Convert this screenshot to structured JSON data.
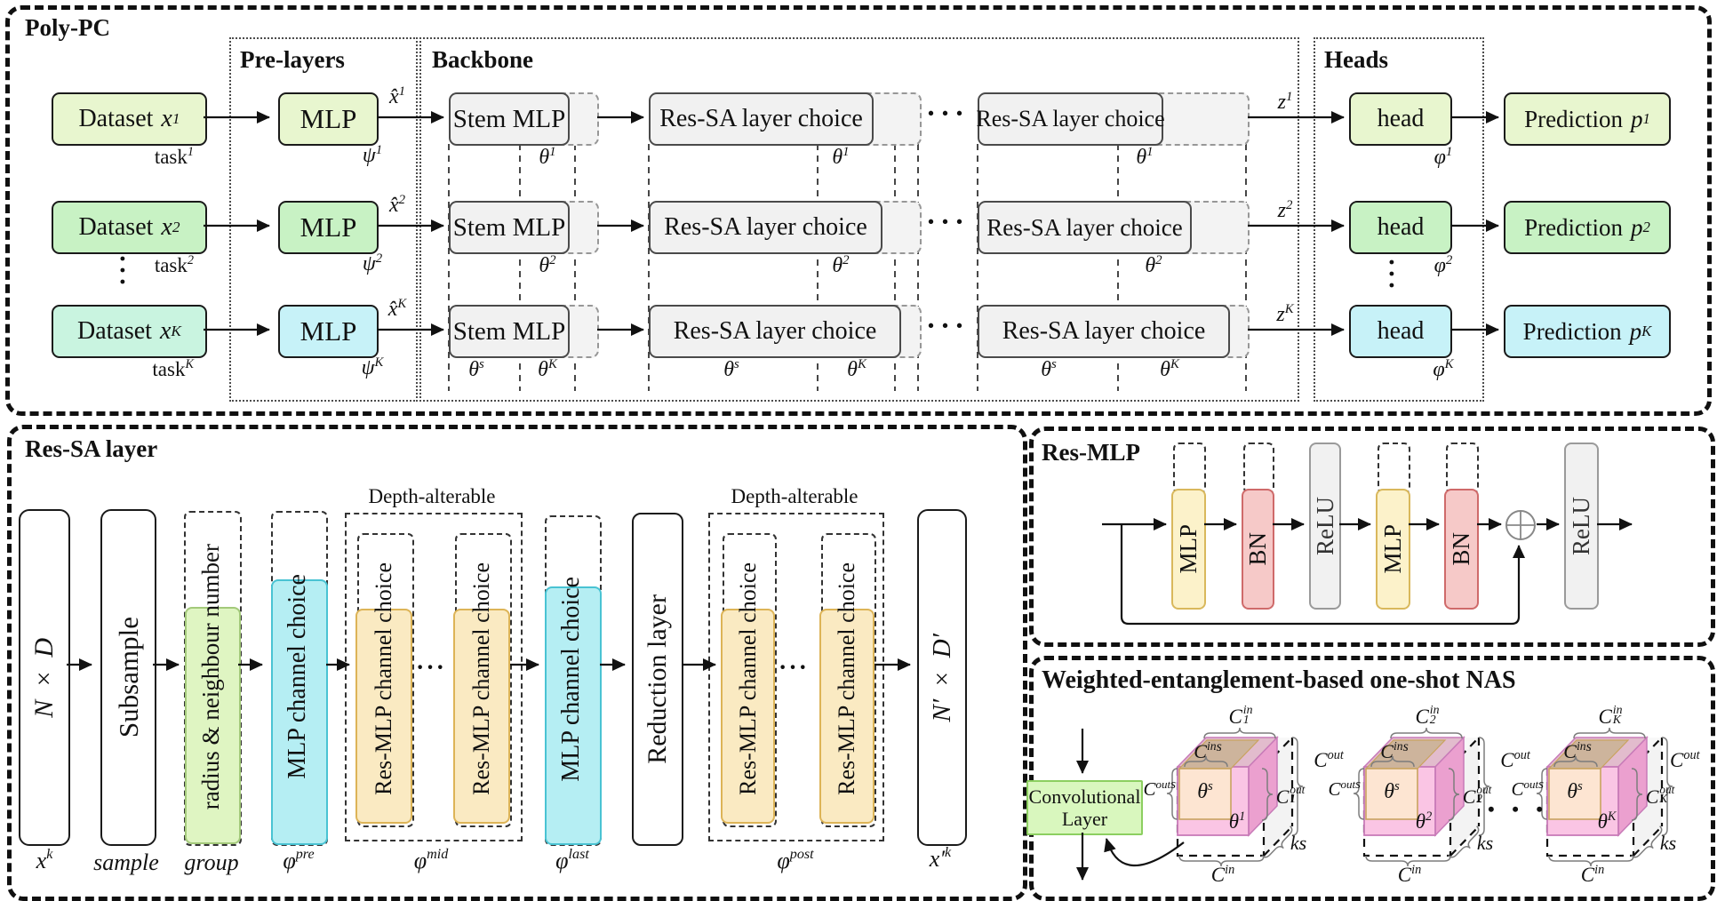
{
  "palette": {
    "green1": "#e8f6cf",
    "green2": "#c8f2c4",
    "mint": "#c9f4e0",
    "cyan": "#c7f2f8",
    "box_gray": "#f1f1f1",
    "sa_green": "#dff5c2",
    "sa_cyan": "#b5eef3",
    "sa_orange": "#faeac2",
    "mlp_yellow": "#fcf2ca",
    "bn_pink": "#f6c9c8",
    "relu_gray": "#f1f1f1",
    "conv_green": "#d9f7be",
    "cube_pink": "#fac5e4",
    "cube_peach": "#fde5d2"
  },
  "poly": {
    "title": "Poly-PC",
    "pre_title": "Pre-layers",
    "backbone_title": "Backbone",
    "heads_title": "Heads",
    "hdots": "···",
    "vdots": "···",
    "stem_label": "Stem MLP",
    "choice_label": "Res-SA layer choice",
    "rows": [
      {
        "dataset": "Dataset",
        "dvar": "x",
        "dsub": "1",
        "task": "task",
        "tasksub": "1",
        "mlp": "MLP",
        "xhat": "x̂",
        "xhatsub": "1",
        "psi": "ψ",
        "psisub": "1",
        "thetaB": "θ",
        "thetaBsub": "1",
        "z": "z",
        "zsub": "1",
        "head": "head",
        "phi": "φ",
        "phisub": "1",
        "pred": "Prediction",
        "pvar": "p",
        "psub": "1"
      },
      {
        "dataset": "Dataset",
        "dvar": "x",
        "dsub": "2",
        "task": "task",
        "tasksub": "2",
        "mlp": "MLP",
        "xhat": "x̂",
        "xhatsub": "2",
        "psi": "ψ",
        "psisub": "2",
        "thetaB": "θ",
        "thetaBsub": "2",
        "z": "z",
        "zsub": "2",
        "head": "head",
        "phi": "φ",
        "phisub": "2",
        "pred": "Prediction",
        "pvar": "p",
        "psub": "2"
      },
      {
        "dataset": "Dataset",
        "dvar": "x",
        "dsub": "K",
        "task": "task",
        "tasksub": "K",
        "mlp": "MLP",
        "xhat": "x̂",
        "xhatsub": "K",
        "psi": "ψ",
        "psisub": "K",
        "thetaA": "θ",
        "thetaAsub": "s",
        "thetaB": "θ",
        "thetaBsub": "K",
        "z": "z",
        "zsub": "K",
        "head": "head",
        "phi": "φ",
        "phisub": "K",
        "pred": "Prediction",
        "pvar": "p",
        "psub": "K"
      }
    ]
  },
  "ressa": {
    "title": "Res-SA layer",
    "depth_alterable": "Depth-alterable",
    "dots": "···",
    "boxes": {
      "nxd": "N × D",
      "subsample": "Subsample",
      "radius": "radius & neighbour number",
      "mlp_choice": "MLP channel choice",
      "resmlp_choice": "Res-MLP channel choice",
      "reduction": "Reduction layer",
      "nxd_out": "N′ × D′"
    },
    "labels": {
      "xk_var": "x",
      "xk_sub": "k",
      "sample": "sample",
      "group": "group",
      "phi": "φ",
      "pre": "pre",
      "mid": "mid",
      "last": "last",
      "post": "post",
      "xko_var": "x′",
      "xko_sub": "k"
    }
  },
  "resmlp": {
    "title": "Res-MLP",
    "mlp1": "MLP",
    "bn1": "BN",
    "relu1": "ReLU",
    "mlp2": "MLP",
    "bn2": "BN",
    "relu2": "ReLU"
  },
  "nas": {
    "title": "Weighted-entanglement-based one-shot NAS",
    "conv_line1": "Convolutional",
    "conv_line2": "Layer",
    "dots": "• • •",
    "sym": {
      "c": "C",
      "in": "in",
      "out": "out",
      "s": "s",
      "ks": "ks",
      "theta": "θ"
    },
    "cubes": [
      {
        "idx": "1"
      },
      {
        "idx": "2"
      },
      {
        "idx": "K"
      }
    ]
  }
}
